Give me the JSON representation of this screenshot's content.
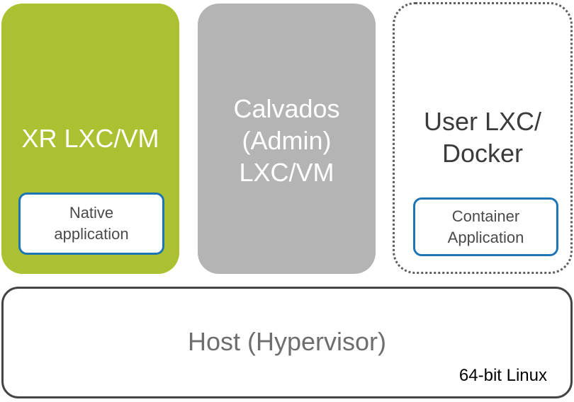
{
  "diagram": {
    "xr_box": {
      "title": "XR LXC/VM",
      "inner_label": "Native\napplication",
      "color": "#acc132"
    },
    "calvados_box": {
      "title": "Calvados\n(Admin)\nLXC/VM",
      "color": "#b4b4b4"
    },
    "user_box": {
      "title": "User LXC/\nDocker",
      "inner_label": "Container\nApplication",
      "border_style": "dotted"
    },
    "host_box": {
      "title": "Host (Hypervisor)",
      "os_label": "64-bit Linux"
    },
    "accent_color": "#1e75b4"
  }
}
